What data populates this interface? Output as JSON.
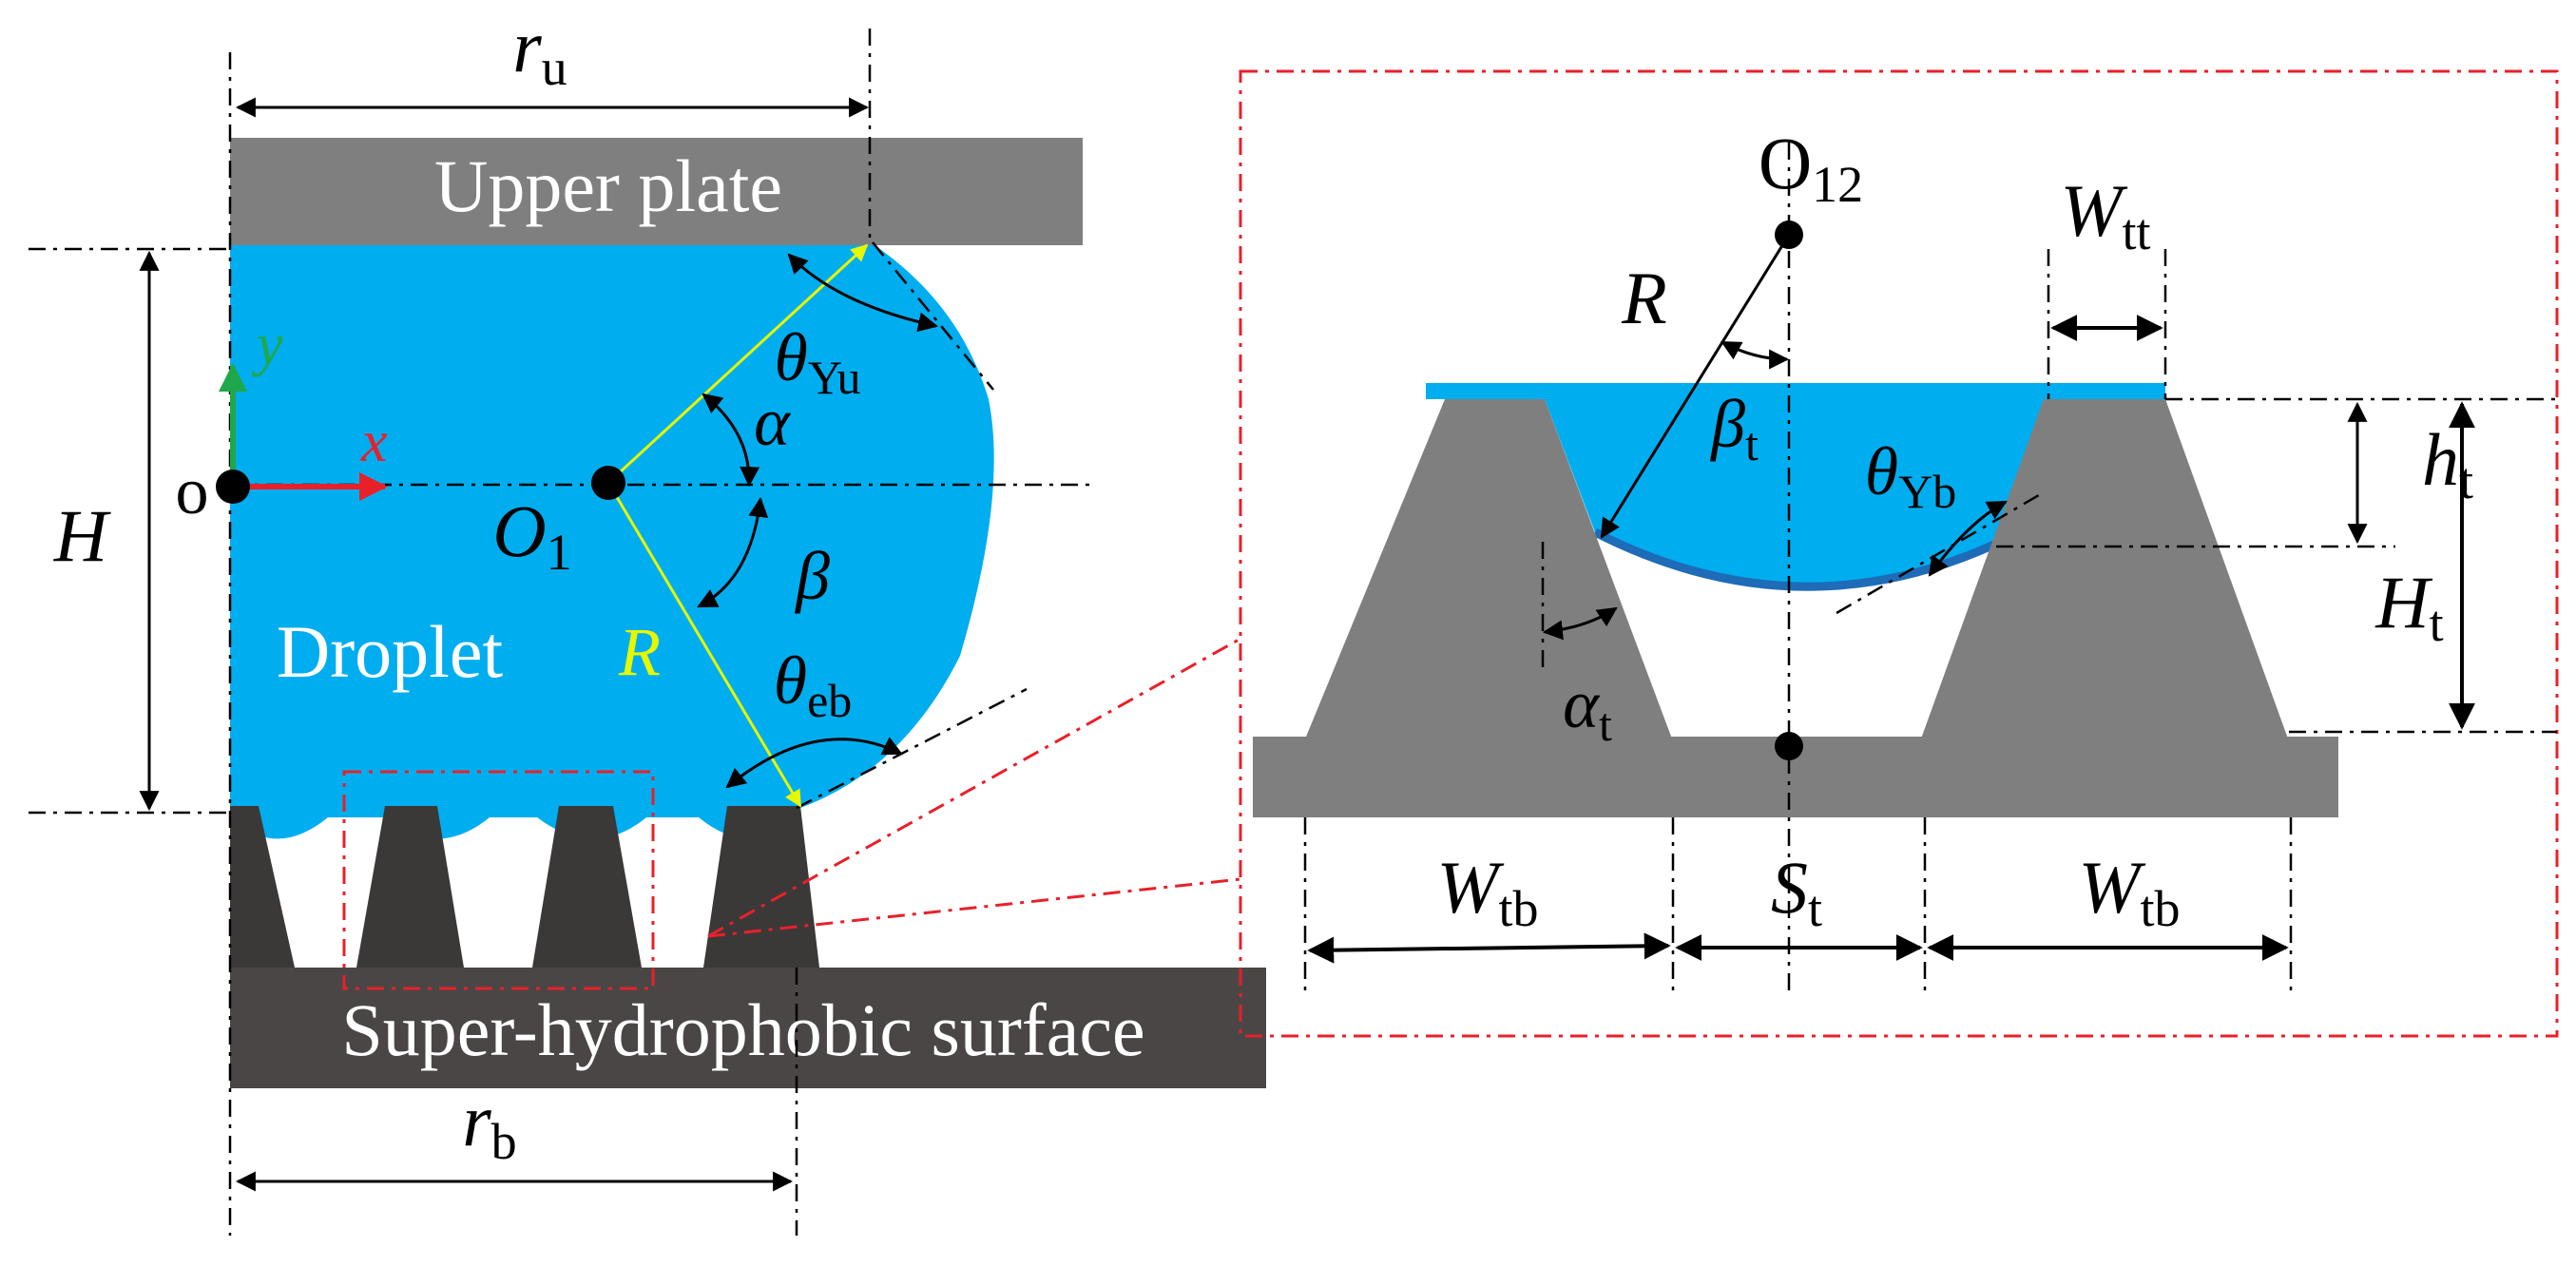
{
  "left": {
    "upper_plate_label": "Upper plate",
    "surface_label": "Super-hydrophobic surface",
    "droplet_label": "Droplet",
    "origin_label": "o",
    "x_axis_label": "x",
    "y_axis_label": "y",
    "H_label": "H",
    "ru": {
      "main": "r",
      "sub": "u"
    },
    "rb": {
      "main": "r",
      "sub": "b"
    },
    "O1": {
      "main": "O",
      "sub": "1"
    },
    "alpha": "α",
    "beta": "β",
    "R_label": "R",
    "theta_yu": {
      "main": "θ",
      "sub": "Yu"
    },
    "theta_eb": {
      "main": "θ",
      "sub": "eb"
    }
  },
  "right": {
    "O12": {
      "main": "O",
      "sub": "12"
    },
    "R_label": "R",
    "beta_t": {
      "main": "β",
      "sub": "t"
    },
    "theta_yb": {
      "main": "θ",
      "sub": "Yb"
    },
    "alpha_t": {
      "main": "α",
      "sub": "t"
    },
    "Wtt": {
      "main": "W",
      "sub": "tt"
    },
    "ht": {
      "main": "h",
      "sub": "t"
    },
    "Ht": {
      "main": "H",
      "sub": "t"
    },
    "Wtb_left": {
      "main": "W",
      "sub": "tb"
    },
    "St": {
      "main": "S",
      "sub": "t"
    },
    "Wtb_right": {
      "main": "W",
      "sub": "tb"
    }
  },
  "colors": {
    "droplet": "#00AEEF",
    "meniscus": "#1E6BB8",
    "plate": "#7F7F7F",
    "pillar_dark": "#3B3838",
    "surface": "#4A4646",
    "x_axis": "#E8202A",
    "y_axis": "#1FA84B",
    "radius_line": "#E6F700",
    "zoom_box": "#E8202A"
  }
}
